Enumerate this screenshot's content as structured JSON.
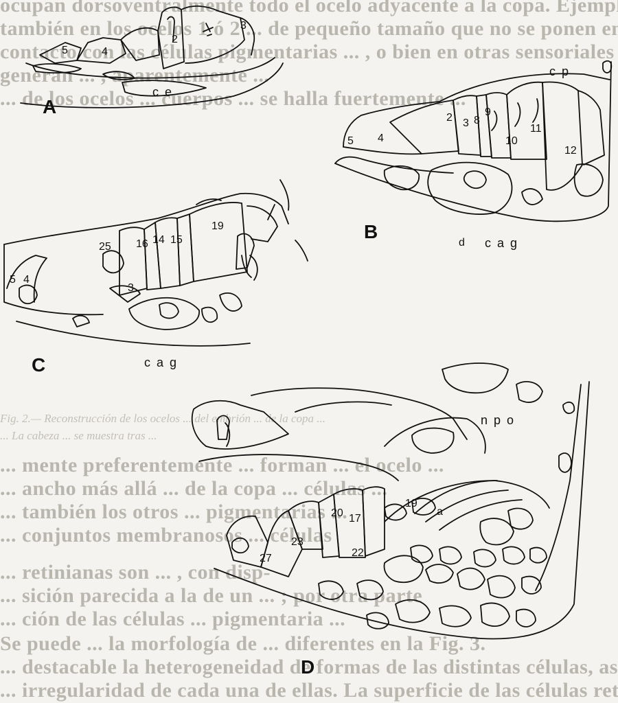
{
  "background_text": {
    "top_lines": [
      "ocupan dorsoventralmente todo el ocelo adyacente a la copa. Ejemplifican",
      "también en los ocelos 1 ó 2 ... de pequeño tamaño que no se ponen en",
      "contacto con las células pigmentarias ... , o bien en otras sensoriales que",
      "generan ... , aparentemente ...",
      "... de los ocelos ... cuerpos ... se halla fuertemente ..."
    ],
    "caption_line": "Fig. 2.— Reconstrucción de los ocelos ... del embrión ... de la copa ...",
    "caption_line_2": "... La cabeza ... se muestra tras ...",
    "body_lines": [
      "... mente preferentemente ... forman ... el ocelo ...",
      "... ancho más allá ... de la copa ... células ...",
      "... también los otros ... pigmentarias ...",
      "... conjuntos membranosos ... células",
      "... retinianas son ... , con disp-",
      "... sición parecida a la de un ... ; por otra parte",
      "... ción de las células ... pigmentaria ...",
      "Se puede ... la morfología de ... diferentes en la Fig. 3.",
      "... destacable la heterogeneidad de formas de las distintas células, así como",
      "... irregularidad de cada una de ellas. La superficie de las células retinianas pue-"
    ]
  },
  "panels": [
    {
      "letter": "A",
      "labels": [
        "5",
        "4",
        "2",
        "3",
        "c e"
      ]
    },
    {
      "letter": "B",
      "labels": [
        "c p",
        "2",
        "3",
        "8",
        "9",
        "10",
        "11",
        "12",
        "5",
        "4",
        "d",
        "c a g"
      ]
    },
    {
      "letter": "C",
      "labels": [
        "19",
        "25",
        "16",
        "14",
        "15",
        "5",
        "4",
        "3",
        "c a g"
      ]
    },
    {
      "letter": "D",
      "labels": [
        "n p o",
        "19",
        "20",
        "17",
        "a",
        "27",
        "23",
        "22"
      ]
    }
  ],
  "colors": {
    "ink": "#111111",
    "paper": "#f4f3ef",
    "bleed": "#b9b6ae"
  }
}
